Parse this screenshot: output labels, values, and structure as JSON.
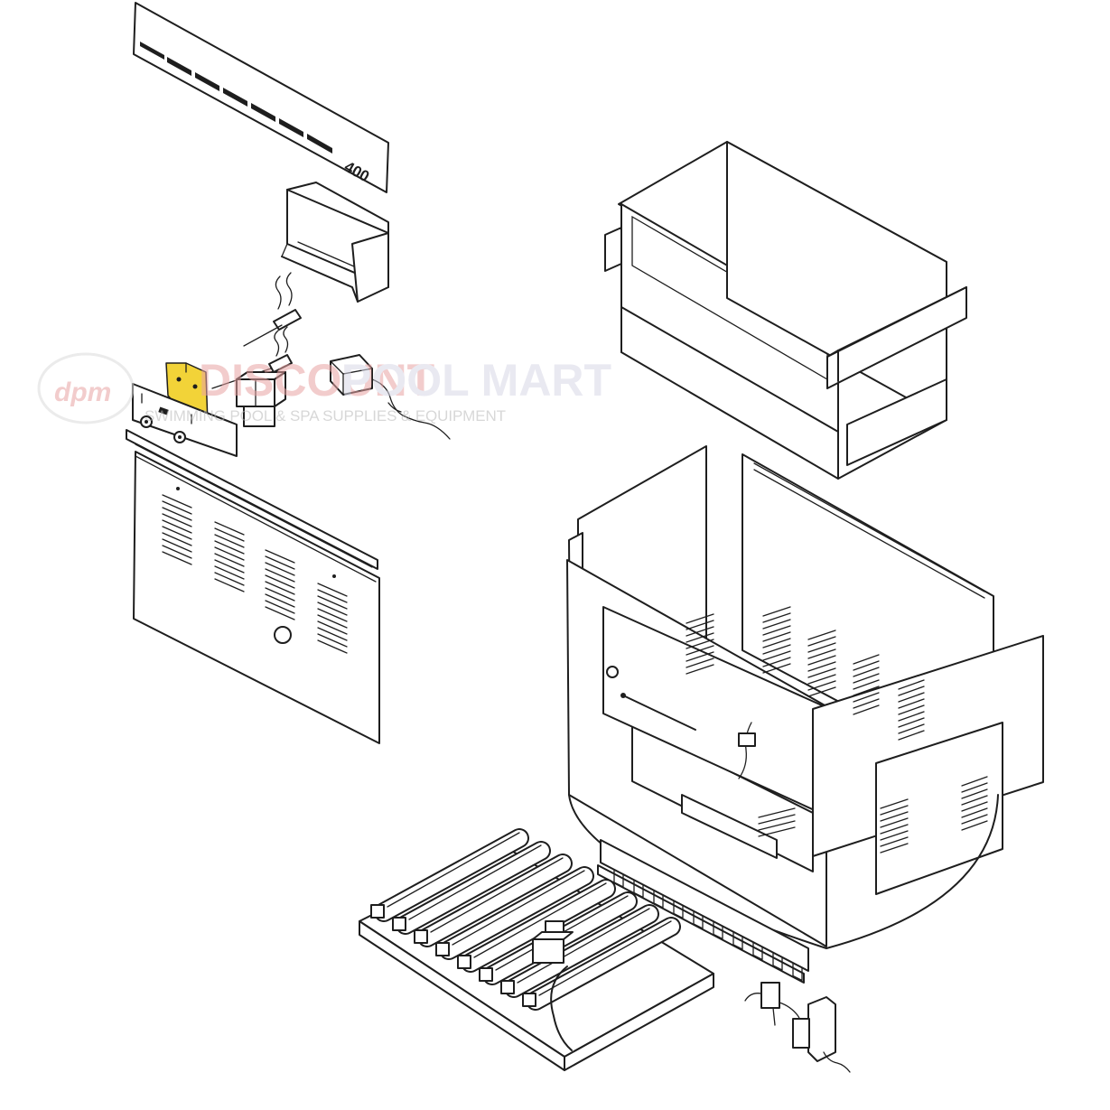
{
  "parts": {
    "badge_text": "400"
  },
  "watermark": {
    "logo_text": "dpm",
    "brand_left": "DISCOUNT",
    "brand_right": "POOL MART",
    "tagline": "SWIMMING POOL & SPA SUPPLIES & EQUIPMENT"
  },
  "colors": {
    "highlight": "#f2d338",
    "line": "#1e1e1e",
    "watermark": "#e9a3a3",
    "watermark_tagline": "#b8b8b8"
  }
}
